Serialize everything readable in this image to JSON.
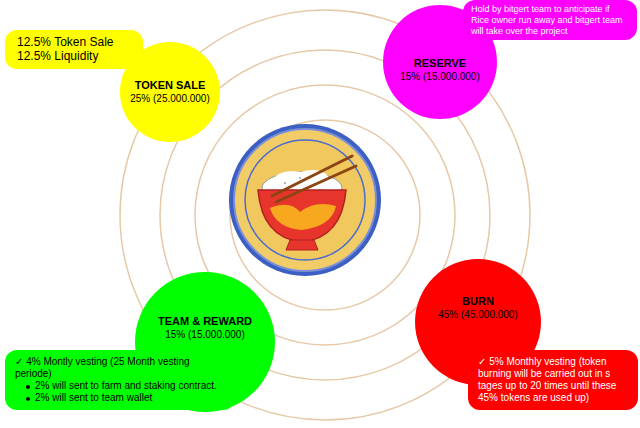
{
  "diagram": {
    "nodes": [
      {
        "text": [
          "12.5% Token Sale",
          "12.5% Liquidity"
        ]
      },
      {
        "text": [
          "Hold by bitgert team to anticipate if Rice owner run away and bitgert team will take over the project"
        ]
      },
      {
        "text": [
          "RESERVE",
          "15% (15.000.000)"
        ]
      },
      {
        "text": [
          "TOKEN SALE",
          "25% (25.000.000)"
        ]
      },
      {
        "text": [
          "TEAM & REWARD",
          "15% (15.000.000)"
        ]
      },
      {
        "text": [
          "BURN",
          "45% (45.000.000)"
        ]
      },
      {
        "text": [
          "✓ 4% Montly vesting (25 Month vesting periode)",
          "2% will sent to farm and staking contract.",
          "2% will sent to team wallet"
        ]
      },
      {
        "text": [
          "✓ 5% Monthly vesting (token burning will be carried out in s tages up to 20 times until these 45% tokens are used up)"
        ]
      }
    ]
  }
}
